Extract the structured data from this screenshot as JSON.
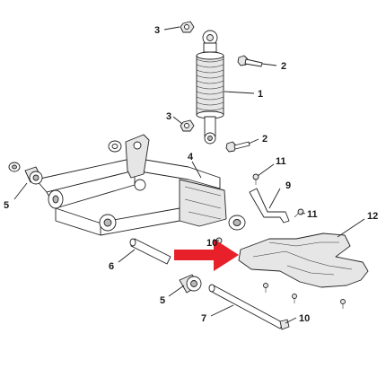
{
  "callouts": {
    "c3_top": "3",
    "c2_top": "2",
    "c1": "1",
    "c3_mid": "3",
    "c2_mid": "2",
    "c4": "4",
    "c11_top": "11",
    "c5_left": "5",
    "c9": "9",
    "c11_right": "11",
    "c12": "12",
    "c6": "6",
    "c10_behind": "10",
    "c5_bottom": "5",
    "c7": "7",
    "c10_bottom": "10"
  },
  "colors": {
    "arrow": "#e8202a",
    "line": "#222222",
    "part_shade": "#e6e6e6"
  },
  "icons": {
    "indicator": "red-arrow-icon"
  }
}
